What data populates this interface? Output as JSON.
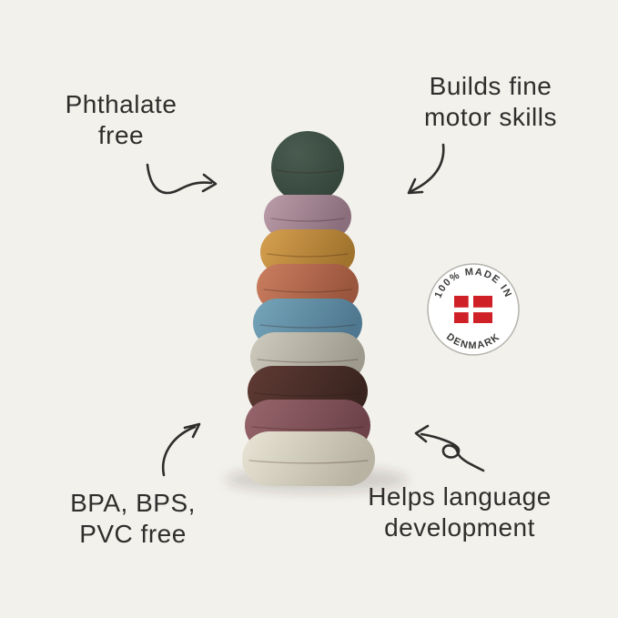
{
  "canvas": {
    "background": "#f2f1ec",
    "ink": "#2f2e2c"
  },
  "annotations": {
    "phthalate": {
      "line1": "Phthalate",
      "line2": "free"
    },
    "motor": {
      "line1": "Builds fine",
      "line2": "motor skills"
    },
    "bpa": {
      "line1": "BPA, BPS,",
      "line2": "PVC free"
    },
    "language": {
      "line1": "Helps language",
      "line2": "development"
    }
  },
  "badge": {
    "arc_top": "100% MADE IN",
    "arc_bottom": "DENMARK",
    "text_color": "#3a3a38",
    "circle_fill": "#ffffff",
    "circle_border": "#b5b3ac",
    "flag_red": "#d02027",
    "flag_white": "#ffffff"
  },
  "toy": {
    "name": "stacking ring tower",
    "parts": [
      {
        "name": "top-ball",
        "light": "#4a5c51",
        "dark": "#2e3e35"
      },
      {
        "name": "ring-mauve",
        "light": "#b99aa7",
        "dark": "#8a6e7b"
      },
      {
        "name": "ring-mustard",
        "light": "#d49e4e",
        "dark": "#a1742e"
      },
      {
        "name": "ring-terracotta",
        "light": "#c97c5e",
        "dark": "#99553d"
      },
      {
        "name": "ring-blue",
        "light": "#74a3b8",
        "dark": "#4f7890"
      },
      {
        "name": "ring-greige",
        "light": "#ccc9bc",
        "dark": "#9e9b8e"
      },
      {
        "name": "ring-brown",
        "light": "#5e3a34",
        "dark": "#3a241f"
      },
      {
        "name": "ring-plum",
        "light": "#96646b",
        "dark": "#6d4349"
      },
      {
        "name": "ring-cream",
        "light": "#e7e3d4",
        "dark": "#b8b3a2"
      }
    ]
  }
}
